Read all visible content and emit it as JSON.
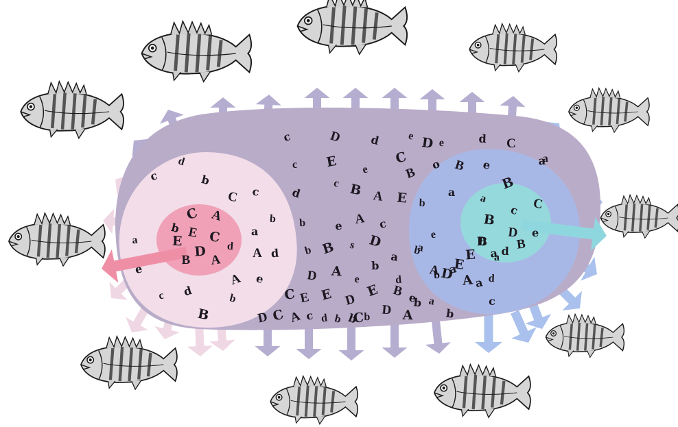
{
  "colors": {
    "outer_blob": "#b9acc9",
    "outer_arrow": "#b6aed0",
    "pink_region": "#f2dde9",
    "pink_arrow": "#efd7e4",
    "red_core": "#f0a1b8",
    "red_arrow": "#ef8fa6",
    "blue_region": "#a8b8e6",
    "blue_arrow": "#a9c1ec",
    "teal_core": "#95d9dc",
    "teal_arrow": "#8fd7de",
    "letters": "#1c1820",
    "fish_body": "#d6d6d6",
    "fish_line": "#1a1a1a"
  },
  "icons": [
    "perch-fish-icon"
  ],
  "letters": {
    "outer": [
      "c",
      "D",
      "d",
      "e",
      "D",
      "e",
      "d",
      "C",
      "a",
      "c",
      "E",
      "e",
      "C",
      "B",
      "d",
      "c",
      "B",
      "A",
      "E",
      "b",
      "a",
      "b",
      "e",
      "A",
      "c",
      "b",
      "B",
      "s",
      "D",
      "b",
      "a",
      "D",
      "A",
      "e",
      "b",
      "d",
      "C",
      "E",
      "E",
      "D",
      "E",
      "B",
      "e",
      "a",
      "b",
      "D",
      "A",
      "b",
      "C",
      "d",
      "c",
      "D",
      "C",
      "A",
      "b",
      "b",
      "D",
      "A",
      "b",
      "d",
      "c",
      "a",
      "A",
      "e",
      "a"
    ],
    "pink": [
      "c",
      "d",
      "b",
      "C",
      "c",
      "b",
      "a",
      "A",
      "d",
      "a",
      "e",
      "c",
      "d",
      "A",
      "e",
      "b",
      "B"
    ],
    "red": [
      "C",
      "A",
      "b",
      "E",
      "C",
      "d",
      "E",
      "B",
      "D",
      "A"
    ],
    "blue": [
      "o",
      "B",
      "e",
      "a",
      "E",
      "B",
      "d",
      "a",
      "E",
      "b",
      "a"
    ],
    "teal": [
      "B",
      "a",
      "c",
      "C",
      "B",
      "D",
      "e",
      "D",
      "a",
      "B"
    ]
  }
}
